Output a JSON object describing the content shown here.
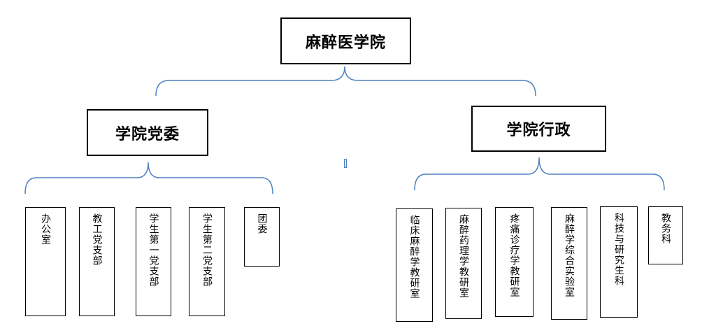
{
  "root": {
    "label": "麻醉医学院"
  },
  "branches": [
    {
      "label": "学院党委",
      "units": [
        "办公室",
        "教工党支部",
        "学生第一党支部",
        "学生第二党支部",
        "团委"
      ]
    },
    {
      "label": "学院行政",
      "units": [
        "临床麻醉学教研室",
        "麻醉药理学教研室",
        "疼痛诊疗学教研室",
        "麻醉学综合实验室",
        "科技与研究生科",
        "教务科"
      ]
    }
  ],
  "colors": {
    "connector": "#4f81bd",
    "border": "#000000"
  }
}
